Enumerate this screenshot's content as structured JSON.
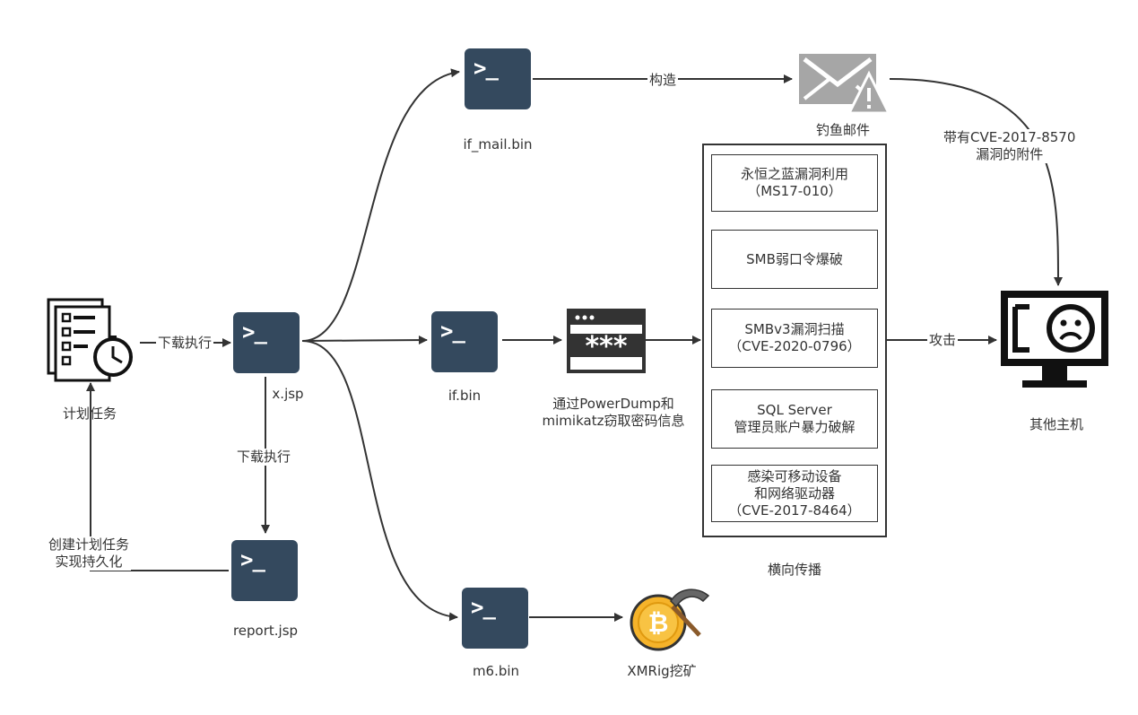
{
  "nodes": {
    "task": {
      "label": "计划任务",
      "icon": "checklist-clock-icon"
    },
    "xjsp": {
      "label": "x.jsp",
      "icon": "terminal-icon"
    },
    "ifmail": {
      "label": "if_mail.bin",
      "icon": "terminal-icon"
    },
    "ifbin": {
      "label": "if.bin",
      "icon": "terminal-icon"
    },
    "report": {
      "label": "report.jsp",
      "icon": "terminal-icon"
    },
    "m6": {
      "label": "m6.bin",
      "icon": "terminal-icon"
    },
    "phish": {
      "label": "钓鱼邮件",
      "icon": "mail-warning-icon"
    },
    "password": {
      "label": "通过PowerDump和\nmimikatz窃取密码信息",
      "icon": "password-window-icon"
    },
    "xmrig": {
      "label": "XMRig挖矿",
      "icon": "bitcoin-mining-icon"
    },
    "host": {
      "label": "其他主机",
      "icon": "sad-monitor-icon"
    },
    "terminal_prompt": ">_"
  },
  "edges": {
    "download_exec_1": "下载执行",
    "download_exec_2": "下载执行",
    "construct": "构造",
    "attachment": "带有CVE-2017-8570\n漏洞的附件",
    "persist": "创建计划任务\n实现持久化",
    "attack": "攻击"
  },
  "lateral": {
    "title": "横向传播",
    "items": [
      "永恒之蓝漏洞利用\n（MS17-010）",
      "SMB弱口令爆破",
      "SMBv3漏洞扫描\n（CVE-2020-0796）",
      "SQL Server\n管理员账户暴力破解",
      "感染可移动设备\n和网络驱动器\n（CVE-2017-8464）"
    ]
  },
  "colors": {
    "terminal": "#34495e",
    "line": "#333333",
    "mail": "#a6a6a6",
    "coin": "#f5b32a"
  }
}
